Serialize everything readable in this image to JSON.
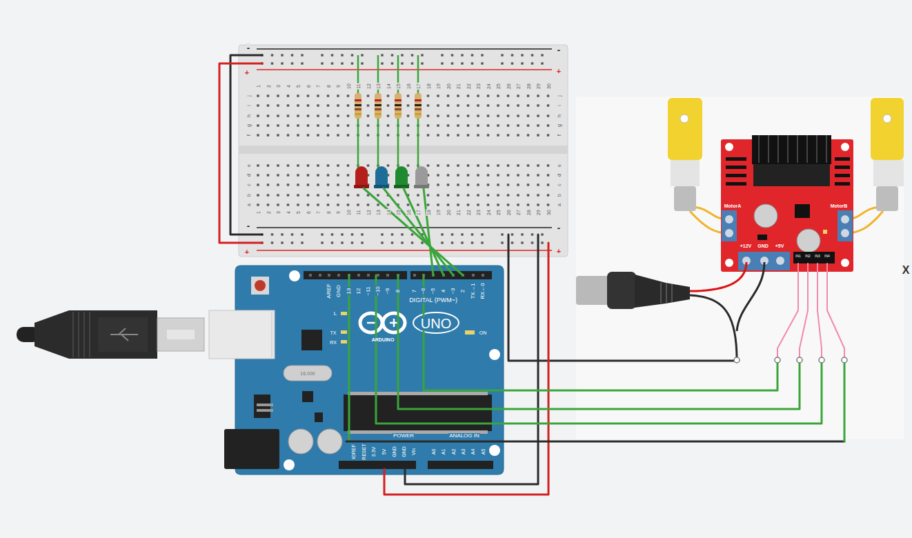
{
  "diagram": {
    "labels": [
      "1",
      "2",
      "3",
      "4",
      "5",
      "6",
      "7",
      "8",
      "9",
      "10",
      "11",
      "12",
      "13",
      "14",
      "15",
      "16",
      "17",
      "18",
      "19",
      "20",
      "21",
      "22",
      "23",
      "24",
      "25",
      "26",
      "27",
      "28",
      "29",
      "30",
      "1",
      "2",
      "3",
      "4",
      "5",
      "6",
      "7",
      "8",
      "9",
      "10",
      "11",
      "12",
      "13",
      "14",
      "15",
      "16",
      "17",
      "18",
      "19",
      "20",
      "21",
      "22",
      "23",
      "24",
      "25",
      "26",
      "27",
      "28",
      "29",
      "30",
      "j",
      "i",
      "h",
      "g",
      "f",
      "j",
      "i",
      "h",
      "g",
      "f",
      "e",
      "d",
      "c",
      "b",
      "a",
      "e",
      "d",
      "c",
      "b",
      "a",
      "-",
      "+",
      "-",
      "+",
      "-",
      "+",
      "-",
      "+",
      "AREF",
      "GND",
      "13",
      "12",
      "~11",
      "~10",
      "~9",
      "8",
      "7",
      "~6",
      "~5",
      "4",
      "~3",
      "2",
      "TX→1",
      "RX←0",
      "DIGITAL (PWM~)",
      "L",
      "TX",
      "RX",
      "UNO",
      "ARDUINO",
      "ON",
      "16.000",
      "POWER",
      "ANALOG IN",
      "IOREF",
      "RESET",
      "3.3V",
      "5V",
      "GND",
      "GND",
      "Vin",
      "A0",
      "A1",
      "A2",
      "A3",
      "A4",
      "A5",
      "MotorA",
      "MotorB",
      "+12V",
      "GND",
      "+5V",
      "IN1",
      "IN2",
      "IN3",
      "IN4",
      "X"
    ]
  }
}
